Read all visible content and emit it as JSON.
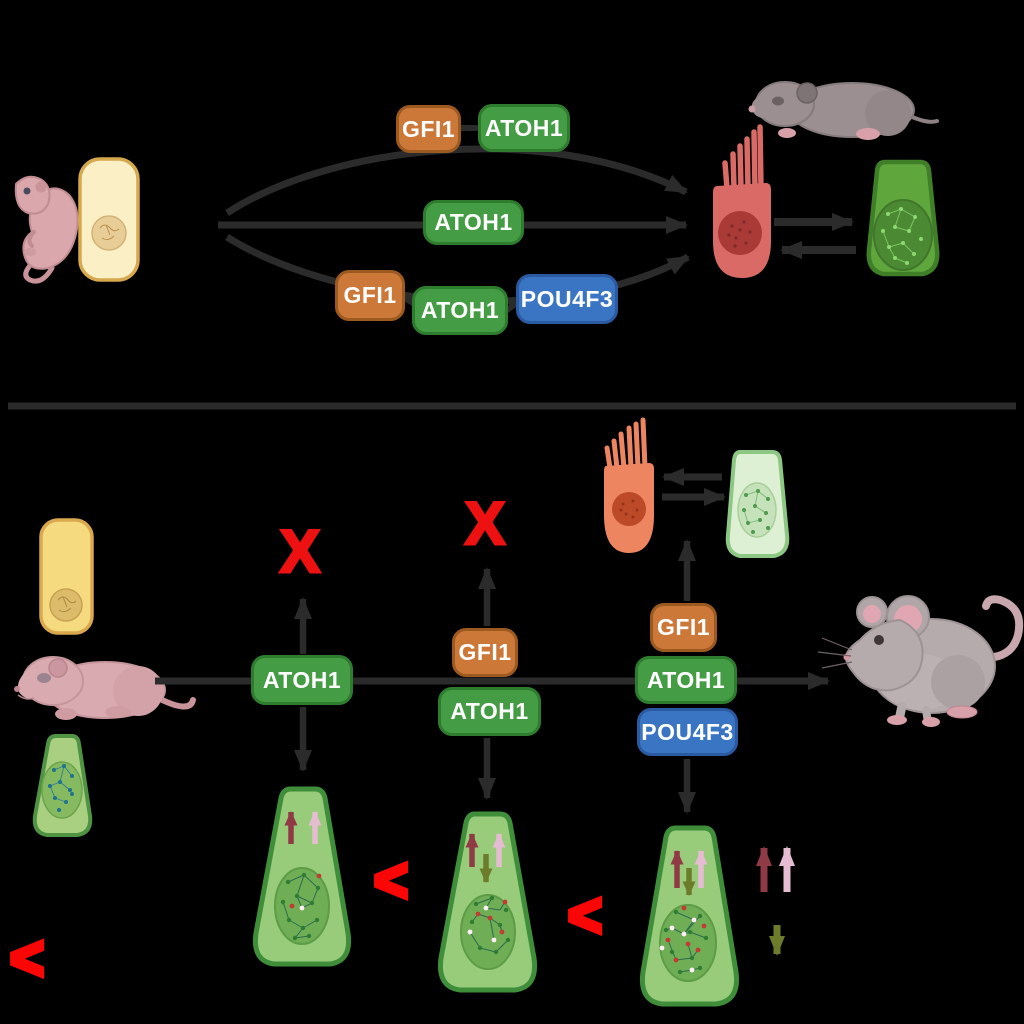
{
  "figure": {
    "description_topic": "Hair cell reprogramming by transcription factors in neonatal vs adult mouse",
    "panels": {
      "top": "neonatal",
      "bottom": "adult"
    }
  },
  "colors": {
    "background": "#000000",
    "arrow": "#2b2b2b",
    "box_text": "#ffffff",
    "gfi1_fill": "#cc7839",
    "gfi1_border": "#9c5a20",
    "atoh1_fill": "#449c44",
    "atoh1_border": "#2e7d2e",
    "pou4f3_fill": "#3a75c4",
    "pou4f3_border": "#2b5aa2",
    "x_mark": "#ee1111",
    "compare_mark": "#fb0606",
    "hc_increase": "#8f3a45",
    "sc_increase": "#e6bcd2",
    "sc_decrease": "#6c7c2b",
    "hair_cell_red": "#d96a66",
    "hair_cell_orange": "#ed8560",
    "supporting_cell_green": "#5fa63c",
    "converted_cell_green": "#98cb7a",
    "progenitor_yellow": "#faefc5",
    "progenitor_gold": "#f6da7f"
  },
  "icons": {
    "newborn_mouse_pink": "newborn-mouse-pink-icon",
    "newborn_mouse_gray": "newborn-mouse-gray-icon",
    "adult_mouse": "adult-mouse-icon",
    "progenitor_cell": "progenitor-cell-icon",
    "hair_cell": "hair-cell-icon",
    "supporting_cell": "supporting-cell-icon"
  },
  "top_panel": {
    "routes": {
      "r1": {
        "f1": "GFI1",
        "f2": "ATOH1"
      },
      "r2": {
        "f1": "ATOH1"
      },
      "r3": {
        "f1": "GFI1",
        "f2": "ATOH1",
        "f3": "POU4F3"
      }
    }
  },
  "bottom_panel": {
    "left_compare": "<",
    "col1": {
      "mark": "X",
      "f1": "ATOH1",
      "compare": "<"
    },
    "col2": {
      "mark": "X",
      "f1": "GFI1",
      "f2": "ATOH1",
      "compare": "<"
    },
    "col3": {
      "f1": "GFI1",
      "f2": "ATOH1",
      "f3": "POU4F3"
    }
  }
}
